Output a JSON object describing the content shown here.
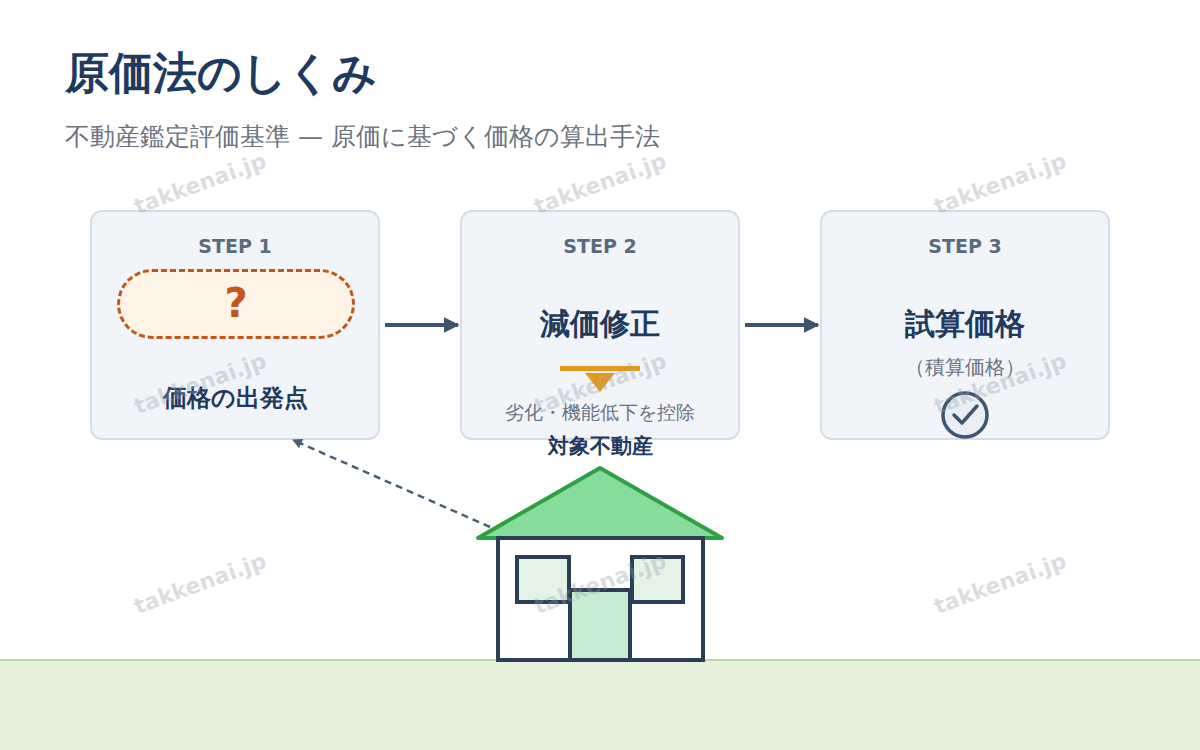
{
  "diagram": {
    "title": "原価法のしくみ",
    "caption": "不動産鑑定評価基準 — 原価に基づく価格の算出手法",
    "nodes": [
      {
        "text": [
          "STEP 1",
          "価格の出発点"
        ]
      },
      {
        "text": [
          "?"
        ],
        "in": 0
      },
      {
        "text": [
          "STEP 2",
          "減価修正",
          "劣化・機能低下を控除"
        ]
      },
      {
        "text": [
          "STEP 3",
          "試算価格",
          "（積算価格）"
        ]
      },
      {
        "text": [
          "対象不動産"
        ]
      }
    ],
    "edges": [
      {
        "from": 0,
        "to": 2,
        "arrow": "to"
      },
      {
        "from": 2,
        "to": 3,
        "arrow": "to"
      },
      {
        "from": 4,
        "to": 0,
        "arrow": "to"
      }
    ],
    "labels": [
      "takkenai.jp",
      "takkenai.jp",
      "takkenai.jp",
      "takkenai.jp",
      "takkenai.jp",
      "takkenai.jp",
      "takkenai.jp",
      "takkenai.jp",
      "takkenai.jp"
    ]
  }
}
